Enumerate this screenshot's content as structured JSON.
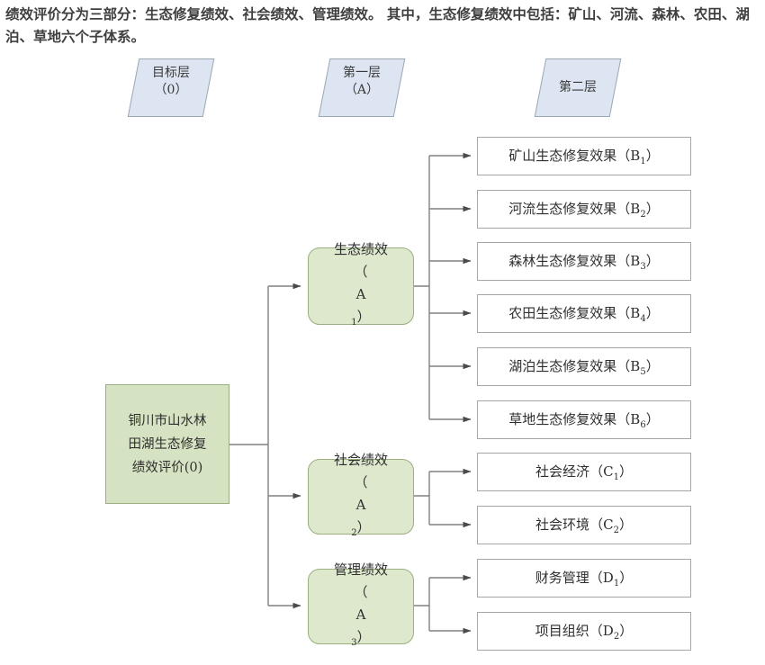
{
  "caption": {
    "text": "绩效评价分为三部分：生态修复绩效、社会绩效、管理绩效。 其中，生态修复绩效中包括：矿山、河流、森林、农田、湖泊、草地六个子体系。"
  },
  "colors": {
    "header_fill": "#dce5f1",
    "header_stroke": "#9aa7b4",
    "green_fill": "#d5e3c2",
    "green_mid_fill": "#dde8cd",
    "green_stroke": "#9ab07e",
    "leaf_fill": "#ffffff",
    "leaf_stroke": "#a6a6a6",
    "connector": "#808080",
    "caption_text": "#3f3f3f"
  },
  "layer_headers": [
    {
      "line1": "目标层",
      "line2": "（0）"
    },
    {
      "line1": "第一层",
      "line2": "（A）"
    },
    {
      "line1": "第二层",
      "line2": ""
    }
  ],
  "root": {
    "line1": "铜川市山水林",
    "line2": "田湖生态修复",
    "line3": "绩效评价(0)",
    "code": "0"
  },
  "level_a": [
    {
      "name": "生态绩效",
      "code": "A",
      "sub": "1"
    },
    {
      "name": "社会绩效",
      "code": "A",
      "sub": "2"
    },
    {
      "name": "管理绩效",
      "code": "A",
      "sub": "3"
    }
  ],
  "level_b": [
    {
      "name": "矿山生态修复效果",
      "code": "B",
      "sub": "1"
    },
    {
      "name": "河流生态修复效果",
      "code": "B",
      "sub": "2"
    },
    {
      "name": "森林生态修复效果",
      "code": "B",
      "sub": "3"
    },
    {
      "name": "农田生态修复效果",
      "code": "B",
      "sub": "4"
    },
    {
      "name": "湖泊生态修复效果",
      "code": "B",
      "sub": "5"
    },
    {
      "name": "草地生态修复效果",
      "code": "B",
      "sub": "6"
    }
  ],
  "level_c": [
    {
      "name": "社会经济",
      "code": "C",
      "sub": "1"
    },
    {
      "name": "社会环境",
      "code": "C",
      "sub": "2"
    }
  ],
  "level_d": [
    {
      "name": "财务管理",
      "code": "D",
      "sub": "1"
    },
    {
      "name": "项目组织",
      "code": "D",
      "sub": "2"
    }
  ]
}
